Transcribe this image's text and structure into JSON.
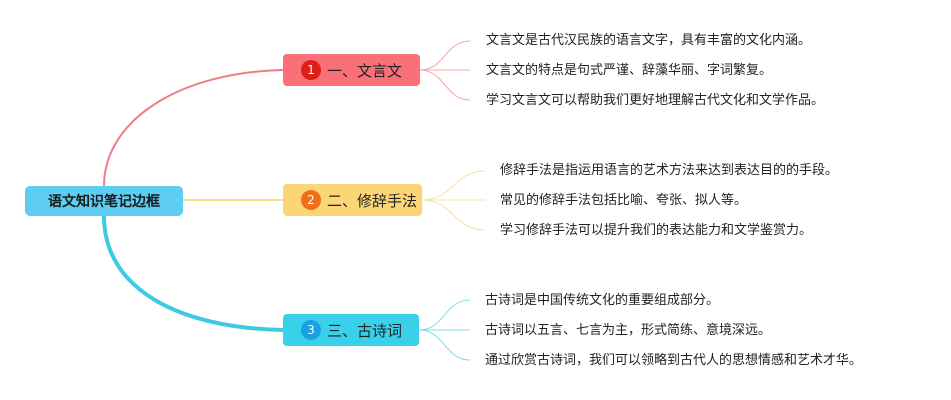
{
  "root": {
    "label": "语文知识笔记边框"
  },
  "branches": [
    {
      "num": "1",
      "label": "一、文言文",
      "color": "#fb6f78",
      "badge_color": "#e01d16",
      "line_color": "#ee7d85",
      "leaf_line_color": "#f4a8ae",
      "leaves": [
        "文言文是古代汉民族的语言文字，具有丰富的文化内涵。",
        "文言文的特点是句式严谨、辞藻华丽、字词繁复。",
        "学习文言文可以帮助我们更好地理解古代文化和文学作品。"
      ]
    },
    {
      "num": "2",
      "label": "二、修辞手法",
      "color": "#fcd676",
      "badge_color": "#ed6f17",
      "line_color": "#f8dc8c",
      "leaf_line_color": "#f8e2a4",
      "leaves": [
        "修辞手法是指运用语言的艺术方法来达到表达目的的手段。",
        "常见的修辞手法包括比喻、夸张、拟人等。",
        "学习修辞手法可以提升我们的表达能力和文学鉴赏力。"
      ]
    },
    {
      "num": "3",
      "label": "三、古诗词",
      "color": "#39d0ea",
      "badge_color": "#1a9fe2",
      "line_color": "#3dcbe3",
      "leaf_line_color": "#86dcee",
      "leaves": [
        "古诗词是中国传统文化的重要组成部分。",
        "古诗词以五言、七言为主，形式简练、意境深远。",
        "通过欣赏古诗词，我们可以领略到古代人的思想情感和艺术才华。"
      ]
    }
  ]
}
